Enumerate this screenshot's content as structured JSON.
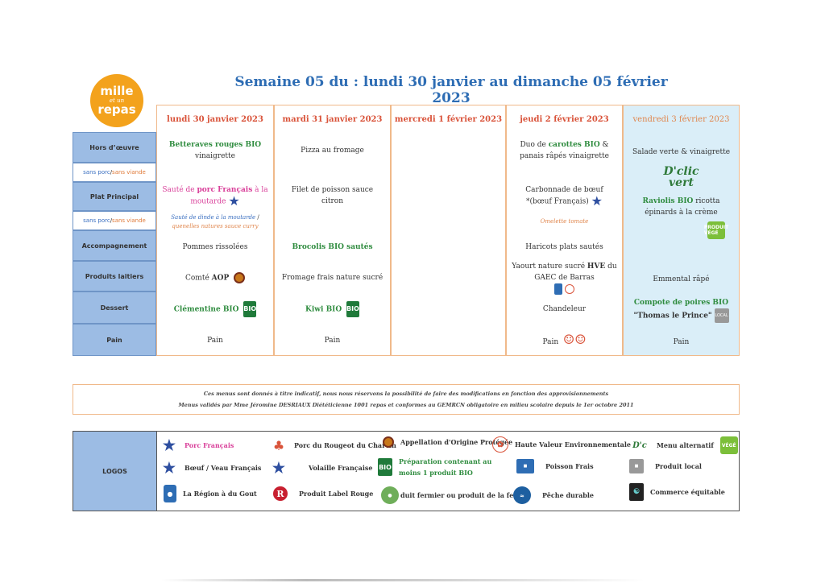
{
  "logo": {
    "line1": "mille",
    "line2": "et un",
    "line3": "repas"
  },
  "title": "Semaine 05 du : lundi 30 janvier au dimanche 05 février 2023",
  "row_labels": {
    "hors_doeuvre": "Hors d’œuvre",
    "sans_porc": "sans porc",
    "sep": " / ",
    "sans_viande": "sans viande",
    "plat": "Plat Principal",
    "accompagnement": "Accompagnement",
    "laitiers": "Produits laitiers",
    "dessert": "Dessert",
    "pain": "Pain"
  },
  "days": {
    "mon": {
      "header": "lundi 30 janvier 2023",
      "hors_name": "Betteraves rouges BIO",
      "hors_sub": "vinaigrette",
      "plat_a": "Sauté de ",
      "plat_b": "porc Français",
      "plat_c": " à la moutarde",
      "alt_a": "Sauté de dinde à la moutarde",
      "alt_sep": " / ",
      "alt_b": "quenelles natures sauce curry",
      "accomp": "Pommes rissolées",
      "laitier_a": "Comté ",
      "laitier_b": "AOP",
      "dessert": "Clémentine BIO",
      "pain": "Pain"
    },
    "tue": {
      "header": "mardi 31 janvier 2023",
      "hors": "Pizza au fromage",
      "plat": "Filet de poisson sauce citron",
      "accomp": "Brocolis BIO sautés",
      "laitier": "Fromage frais nature sucré",
      "dessert": "Kiwi BIO",
      "pain": "Pain"
    },
    "wed": {
      "header": "mercredi 1 février 2023"
    },
    "thu": {
      "header": "jeudi 2 février 2023",
      "hors_a": "Duo de ",
      "hors_b": "carottes BIO",
      "hors_c": " & panais râpés vinaigrette",
      "plat_a": "Carbonnade de bœuf",
      "plat_b": "*(bœuf Français)",
      "alt": "Omelette tomate",
      "accomp": "Haricots plats sautés",
      "laitier_a": "Yaourt nature sucré ",
      "laitier_b": "HVE",
      "laitier_c": " du GAEC de Barras",
      "dessert": "Chandeleur",
      "pain": "Pain"
    },
    "fri": {
      "header": "vendredi 3 février 2023",
      "hors": "Salade verte & vinaigrette",
      "clic_a": "D'clic",
      "clic_b": "vert",
      "plat_a": "Raviolis BIO",
      "plat_b": " ricotta épinards à la crème",
      "laitier": "Emmental râpé",
      "dessert_a": "Compote de poires BIO",
      "dessert_b": "\"Thomas le Prince\"",
      "pain": "Pain"
    }
  },
  "badges": {
    "bio_top": "BIO",
    "vege": "PRODUIT VÉGÉ",
    "local": "LOCAL"
  },
  "note": {
    "line1": "Ces menus sont donnés à titre indicatif, nous nous réservons la possibilité de faire des modifications en fonction des approvisionnements",
    "line2": "Menus validés par Mme Jéromine DESRIAUX Diététicienne 1001 repas et conformes au GEMRCN obligatoire en milieu scolaire depuis le 1er octobre 2011"
  },
  "logos": {
    "label": "LOGOS",
    "items": {
      "porc": "Porc Français",
      "rougeot": "Porc du Rougeot du Charvin",
      "aop": "Appellation d'Origine Protégée",
      "hve": "Haute Valeur Environnementale",
      "alt": "Menu alternatif",
      "boeuf": "Bœuf / Veau Français",
      "volaille": "Volaille Française",
      "bio": "Préparation contenant au moins 1 produit BIO",
      "poisson": "Poisson Frais",
      "local": "Produit local",
      "region": "La Région à du Gout",
      "labelrouge": "Produit Label Rouge",
      "fermier": "duit fermier ou produit de la ferme",
      "peche": "Pêche durable",
      "equitable": "Commerce équitable"
    }
  },
  "colors": {
    "title_blue": "#2e6db4",
    "label_blue": "#9cbce4",
    "bio_green": "#2f8c3f",
    "day_red": "#d9533a",
    "pink": "#d9409a",
    "friday_bg": "#daeef8"
  }
}
